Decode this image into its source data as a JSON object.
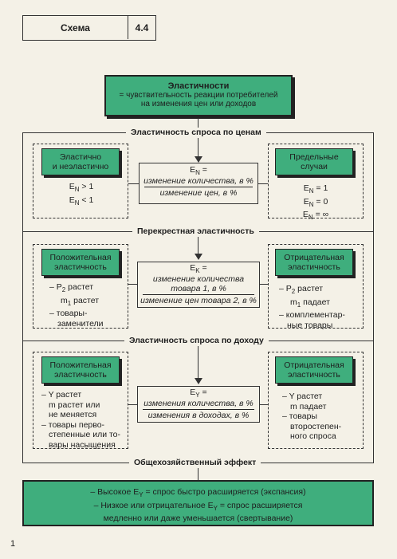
{
  "header": {
    "label": "Схема",
    "number": "4.4"
  },
  "top_box": {
    "title": "Эластичности",
    "line1": "= чувствительность реакции потребителей",
    "line2": "на изменения цен или доходов"
  },
  "section1": {
    "title": "Эластичность спроса по ценам",
    "left_box": [
      "Эластично",
      "и неэластично"
    ],
    "left_lines": [
      "E",
      "N",
      " > 1",
      "E",
      "N",
      " < 1"
    ],
    "center_label": "E",
    "center_sub": "N",
    "center_eq": " =",
    "numerator": "изменение количества, в %",
    "denominator": "изменение цен, в %",
    "right_box": [
      "Предельные",
      "случаи"
    ],
    "right_lines": [
      " = 1",
      " = 0",
      " = ∞"
    ]
  },
  "section2": {
    "title": "Перекрестная эластичность",
    "left_box": [
      "Положительная",
      "эластичность"
    ],
    "left_lines": [
      "– P",
      "2",
      " растет",
      "m",
      "1",
      " растет",
      "– товары-",
      "заменители"
    ],
    "center_label": "E",
    "center_sub": "K",
    "center_eq": " =",
    "numerator1": "изменение количества",
    "numerator2": "товара 1, в %",
    "denominator": "изменение цен товара 2, в %",
    "right_box": [
      "Отрицательная",
      "эластичность"
    ],
    "right_lines": [
      "– P",
      "2",
      " растет",
      "m",
      "1",
      " падает",
      "– комплементар-",
      "ные товары"
    ]
  },
  "section3": {
    "title": "Эластичность спроса по доходу",
    "left_box": [
      "Положительная",
      "эластичность"
    ],
    "left_lines": [
      "– Y растет",
      "m растет или",
      "не меняется",
      "– товары перво-",
      "степенные или то-",
      "вары насыщения"
    ],
    "center_label": "E",
    "center_sub": "Y",
    "center_eq": " =",
    "numerator": "изменения количества, в %",
    "denominator": "изменения в доходах, в %",
    "right_box": [
      "Отрицательная",
      "эластичность"
    ],
    "right_lines": [
      "– Y растет",
      "m падает",
      "– товары",
      "второстепен-",
      "ного спроса"
    ]
  },
  "section4": {
    "title": "Общехозяйственный эффект",
    "line1a": "– Высокое E",
    "line1sub": "Y",
    "line1b": " = спрос быстро расширяется (экспансия)",
    "line2a": "– Низкое или отрицательное E",
    "line2sub": "Y",
    "line2b": " = спрос расширяется",
    "line3": "медленно или даже уменьшается (свертывание)"
  },
  "page_mark": "1"
}
